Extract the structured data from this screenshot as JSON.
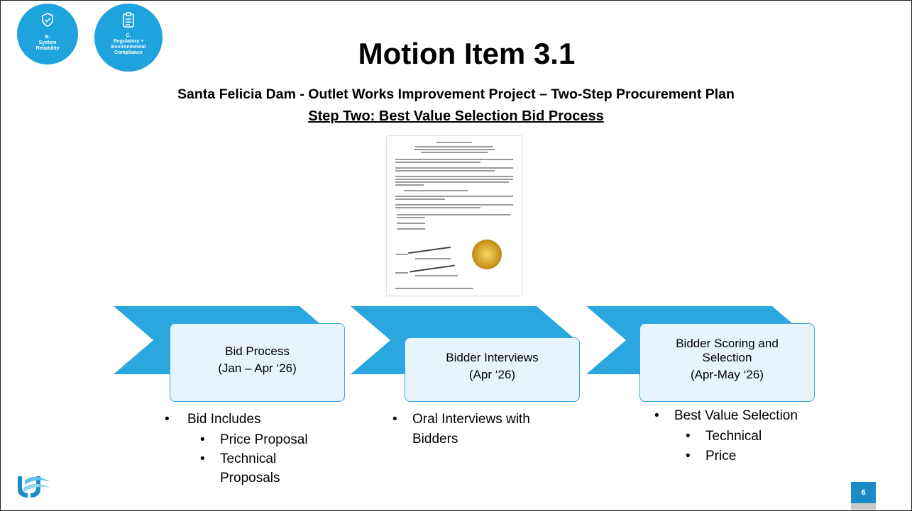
{
  "badges": [
    {
      "letter": "B.",
      "lines": [
        "System",
        "Reliability"
      ]
    },
    {
      "letter": "C.",
      "lines": [
        "Regulatory +",
        "Environmental",
        "Compliance"
      ]
    }
  ],
  "title": "Motion Item 3.1",
  "subtitle": "Santa Felicia Dam - Outlet Works Improvement Project – Two-Step Procurement Plan",
  "step_heading": "Step Two: Best Value Selection Bid Process",
  "steps": [
    {
      "lines": [
        "Bid Process",
        "(Jan – Apr ‘26)"
      ]
    },
    {
      "lines": [
        "Bidder Interviews",
        "(Apr ‘26)"
      ]
    },
    {
      "lines": [
        "Bidder Scoring and",
        "Selection",
        "(Apr-May ‘26)"
      ]
    }
  ],
  "bullets": {
    "col1": {
      "main": "Bid Includes",
      "sub": [
        "Price Proposal",
        "Technical",
        "Proposals"
      ]
    },
    "col2": {
      "main": [
        "Oral Interviews with",
        "Bidders"
      ]
    },
    "col3": {
      "main": "Best Value Selection",
      "sub": [
        "Technical",
        "Price"
      ]
    }
  },
  "page_number": "6",
  "colors": {
    "accent": "#1fa3dc",
    "chevron": "#2aa7de",
    "card_fill": "#e8f4fb",
    "page_box": "#1a8bc6"
  }
}
